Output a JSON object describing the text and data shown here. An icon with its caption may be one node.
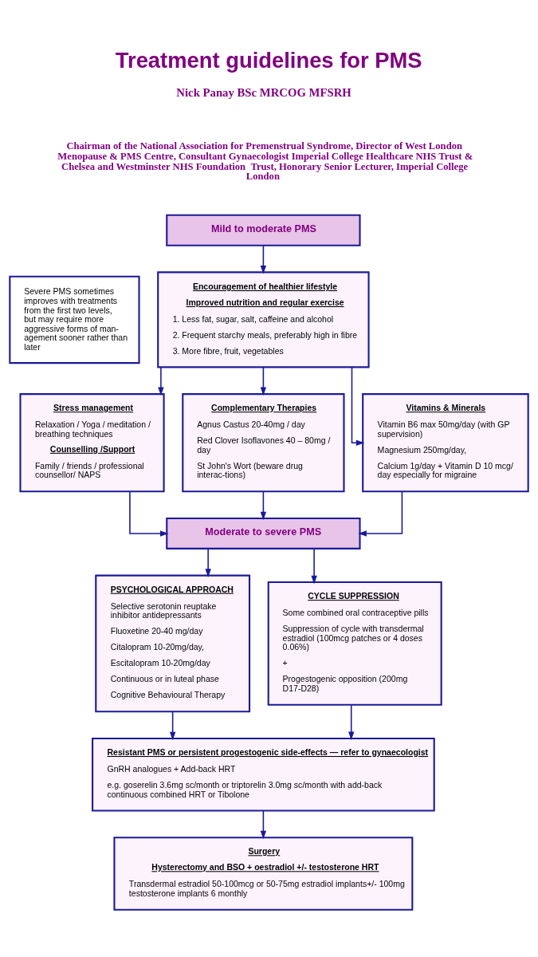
{
  "diagram": {
    "title": "Treatment guidelines for PMS",
    "nodes": [
      {
        "text": [
          "Mild to moderate PMS"
        ]
      },
      {
        "text": [
          "Severe PMS sometimes improves with treatments from the first two levels, but may require more aggressive forms of man-agement sooner rather than later"
        ]
      },
      {
        "text": [
          "Encouragement of healthier lifestyle",
          "Improved nutrition and regular exercise",
          "1. Less fat, sugar, salt, caffeine and alcohol",
          "2. Frequent starchy meals, preferably high in fibre",
          "3. More fibre, fruit, vegetables"
        ]
      },
      {
        "text": [
          "Stress management",
          "Relaxation / Yoga / meditation / breathing techniques",
          "Counselling /Support",
          "Family / friends / professional counsellor/ NAPS"
        ]
      },
      {
        "text": [
          "Complementary Therapies",
          "Agnus Castus 20-40mg / day",
          "Red Clover Isoflavones 40 – 80mg / day",
          "St John's Wort (beware drug interac-tions)"
        ]
      },
      {
        "text": [
          "Vitamins & Minerals",
          "Vitamin B6 max 50mg/day (with GP supervision)",
          "Magnesium 250mg/day,",
          "Calcium 1g/day + Vitamin D 10 mcg/ day especially for migraine"
        ]
      },
      {
        "text": [
          "Moderate to severe PMS"
        ]
      },
      {
        "text": [
          "PSYCHOLOGICAL APPROACH",
          "Selective serotonin reuptake inhibitor antidepressants",
          "Fluoxetine 20-40 mg/day",
          "Citalopram 10-20mg/day,",
          "Escitalopram 10-20mg/day",
          "Continuous or in luteal phase",
          "Cognitive Behavioural Therapy"
        ]
      },
      {
        "text": [
          "CYCLE SUPPRESSION",
          "Some combined oral contraceptive pills",
          "Suppression of cycle with transdermal estradiol (100mcg patches or 4 doses 0.06%)",
          "+",
          "Progestogenic opposition (200mg D17-D28)"
        ]
      },
      {
        "text": [
          "Resistant PMS or persistent progestogenic side-effects — refer to gynaecologist",
          "GnRH analogues + Add-back HRT",
          "e.g. goserelin 3.6mg sc/month or triptorelin 3.0mg sc/month with add-back continuous combined HRT or Tibolone"
        ]
      },
      {
        "text": [
          "Surgery",
          "Hysterectomy and BSO + oestradiol +/- testosterone HRT",
          "Transdermal estradiol 50-100mcg or 50-75mg estradiol implants+/- 100mg testosterone implants 6 monthly"
        ]
      }
    ],
    "edges": [
      {
        "from": 0,
        "to": 2,
        "arrow": "to"
      },
      {
        "from": 2,
        "to": 3,
        "arrow": "to"
      },
      {
        "from": 2,
        "to": 4,
        "arrow": "to"
      },
      {
        "from": 2,
        "to": 5,
        "arrow": "to"
      },
      {
        "from": 3,
        "to": 6,
        "arrow": "to"
      },
      {
        "from": 4,
        "to": 6,
        "arrow": "to"
      },
      {
        "from": 5,
        "to": 6,
        "arrow": "to"
      },
      {
        "from": 6,
        "to": 7,
        "arrow": "to"
      },
      {
        "from": 6,
        "to": 8,
        "arrow": "to"
      },
      {
        "from": 7,
        "to": 9,
        "arrow": "to"
      },
      {
        "from": 8,
        "to": 9,
        "arrow": "to"
      },
      {
        "from": 9,
        "to": 10,
        "arrow": "to"
      }
    ],
    "labels": [
      "Nick Panay BSc MRCOG MFSRH",
      "Chairman of the National Association for Premenstrual Syndrome, Director of West London Menopause & PMS Centre, Consultant Gynaecologist Imperial College Healthcare NHS Trust & Chelsea and Westminster NHS Foundation  Trust, Honorary Senior Lecturer, Imperial College London"
    ]
  }
}
